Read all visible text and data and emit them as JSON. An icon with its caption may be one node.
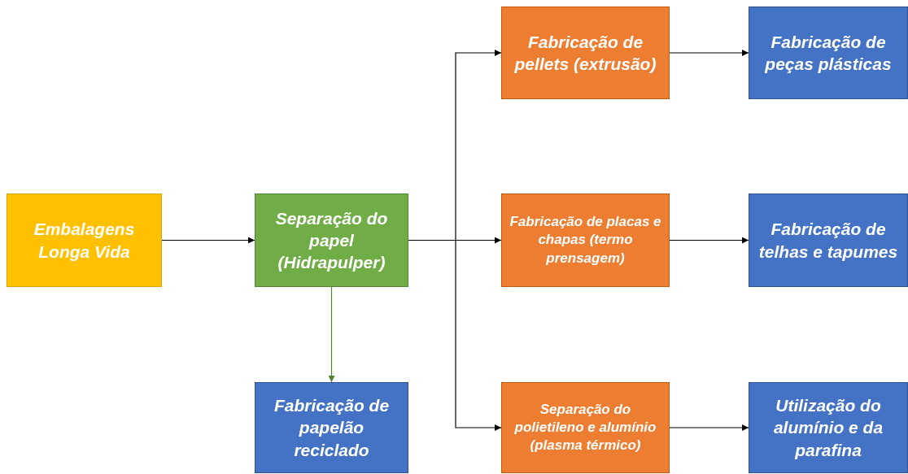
{
  "diagram": {
    "nodes": [
      {
        "text": [
          "Embalagens Longa Vida"
        ]
      },
      {
        "text": [
          "Separação do papel (Hidrapulper)"
        ]
      },
      {
        "text": [
          "Fabricação de papelão reciclado"
        ]
      },
      {
        "text": [
          "Fabricação de pellets (extrusão)"
        ]
      },
      {
        "text": [
          "Fabricação de placas e chapas (termo prensagem)"
        ]
      },
      {
        "text": [
          "Separação do polietileno e alumínio (plasma térmico)"
        ]
      },
      {
        "text": [
          "Fabricação de peças plásticas"
        ]
      },
      {
        "text": [
          "Fabricação de telhas e tapumes"
        ]
      },
      {
        "text": [
          "Utilização do alumínio e da parafina"
        ]
      }
    ],
    "edges": [
      {
        "from": 0,
        "to": 1,
        "arrow": "to"
      },
      {
        "from": 1,
        "to": 3,
        "arrow": "to"
      },
      {
        "from": 1,
        "to": 4,
        "arrow": "to"
      },
      {
        "from": 1,
        "to": 5,
        "arrow": "to"
      },
      {
        "from": 1,
        "to": 2,
        "arrow": "to",
        "color": "#548235"
      },
      {
        "from": 3,
        "to": 6,
        "arrow": "to"
      },
      {
        "from": 4,
        "to": 7,
        "arrow": "to"
      },
      {
        "from": 5,
        "to": 8,
        "arrow": "to"
      }
    ]
  }
}
